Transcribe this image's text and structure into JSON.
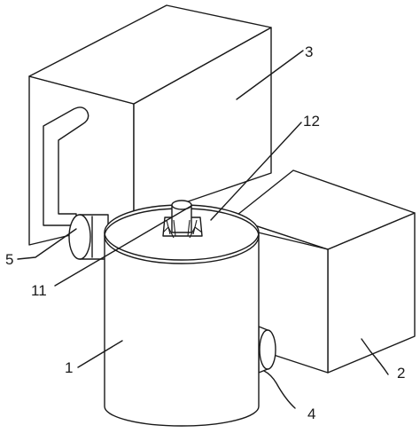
{
  "labels": {
    "l1": "1",
    "l2": "2",
    "l3": "3",
    "l4": "4",
    "l5": "5",
    "l11": "11",
    "l12": "12"
  }
}
